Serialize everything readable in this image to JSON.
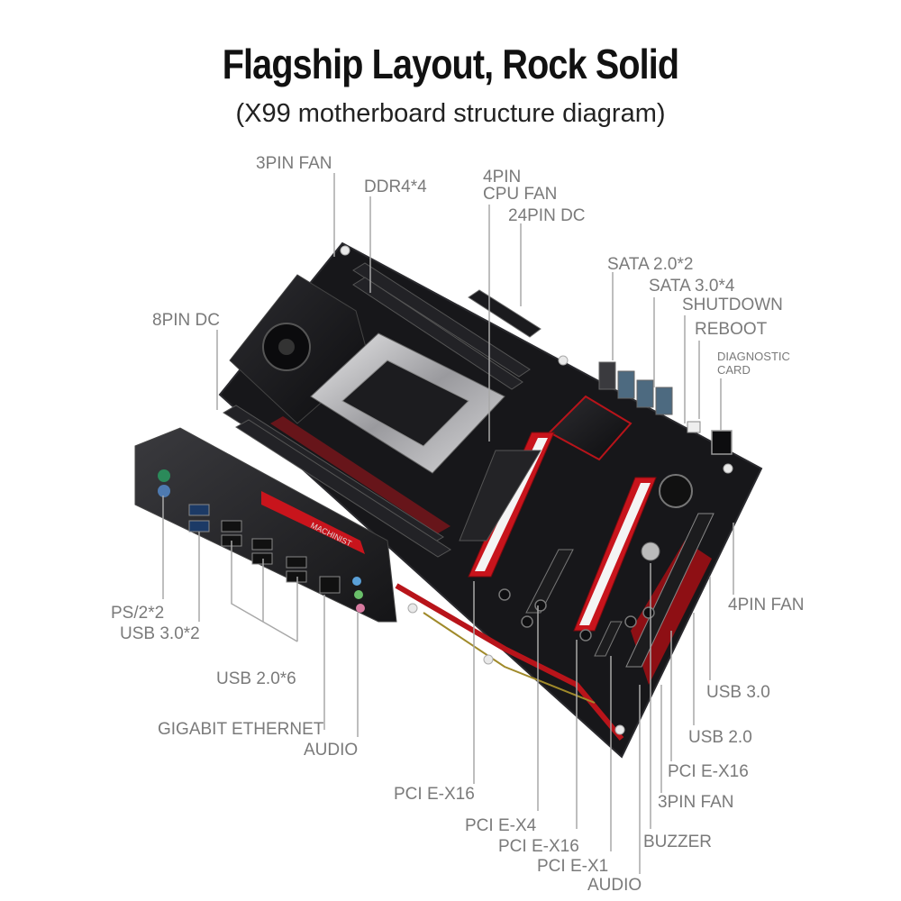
{
  "header": {
    "title": "Flagship Layout, Rock Solid",
    "subtitle": "(X99 motherboard structure diagram)"
  },
  "board": {
    "brand_text": "MACHINIST"
  },
  "labels": {
    "fan_3pin_top": "3PIN FAN",
    "ddr4": "DDR4*4",
    "cpu_fan_4pin_line1": "4PIN",
    "cpu_fan_4pin_line2": "CPU FAN",
    "dc_24pin": "24PIN  DC",
    "sata2": "SATA 2.0*2",
    "sata3": "SATA 3.0*4",
    "shutdown": "SHUTDOWN",
    "reboot": "REBOOT",
    "diag_line1": "DIAGNOSTIC",
    "diag_line2": "CARD",
    "dc_8pin": "8PIN DC",
    "ps2": "PS/2*2",
    "usb30x2": "USB 3.0*2",
    "usb20x6": "USB 2.0*6",
    "gigabit": "GIGABIT ETHERNET",
    "audio_io": "AUDIO",
    "fan_4pin_right": "4PIN FAN",
    "usb30": "USB 3.0",
    "usb20": "USB 2.0",
    "pcie16_right": "PCI E-X16",
    "fan_3pin_bottom": "3PIN FAN",
    "buzzer": "BUZZER",
    "pcie16_left": "PCI E-X16",
    "pcie4": "PCI E-X4",
    "pcie16_mid": "PCI E-X16",
    "pcie1": "PCI E-X1",
    "audio_bottom": "AUDIO"
  },
  "colors": {
    "pcb": "#17171a",
    "accent_red": "#d4141c",
    "leader": "#a8a8a8",
    "label": "#7a7a7a"
  }
}
